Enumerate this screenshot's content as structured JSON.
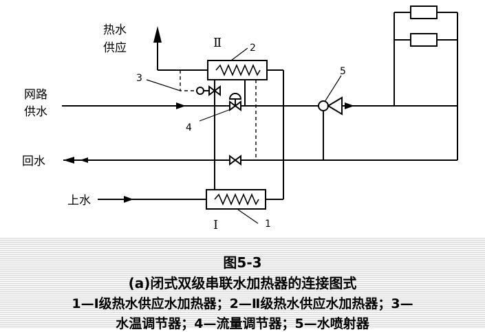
{
  "labels": {
    "hot_water_supply_line1": "热水",
    "hot_water_supply_line2": "供应",
    "network_supply_line1": "网路",
    "network_supply_line2": "供水",
    "return_water": "回水",
    "make_up_water": "上水",
    "stage_two": "Ⅱ",
    "stage_one": "Ⅰ",
    "num_1": "1",
    "num_2": "2",
    "num_3": "3",
    "num_4": "4",
    "num_5": "5"
  },
  "caption": {
    "figure_no": "图5-3",
    "title": "(a)闭式双级串联水加热器的连接图式",
    "legend_line1": "1—Ⅰ级热水供应水加热器；2—Ⅱ级热水供应水加热器；3—",
    "legend_line2": "水温调节器；4—流量调节器；5—水喷射器"
  }
}
